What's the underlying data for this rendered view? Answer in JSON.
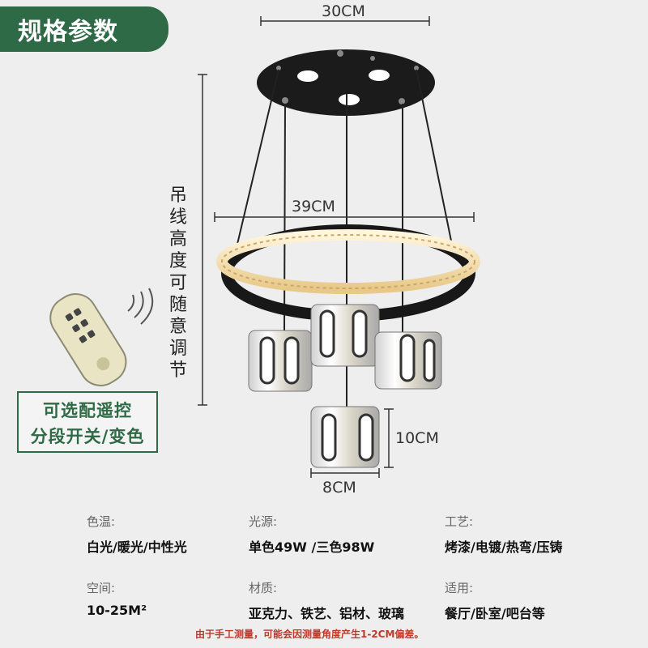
{
  "header": {
    "title": "规格参数"
  },
  "dimensions": {
    "top_width": "30CM",
    "ring_width": "39CM",
    "shade_height": "10CM",
    "shade_width": "8CM",
    "hanging_note": "吊线高度可随意调节"
  },
  "promo": {
    "line1": "可选配遥控",
    "line2": "分段开关/变色"
  },
  "specs": [
    {
      "label": "色温:",
      "value": "白光/暖光/中性光"
    },
    {
      "label": "光源:",
      "value": "单色49W /三色98W"
    },
    {
      "label": "工艺:",
      "value": "烤漆/电镀/热弯/压铸"
    },
    {
      "label": "空间:",
      "value": "10-25M²"
    },
    {
      "label": "材质:",
      "value": "亚克力、铁艺、铝材、玻璃"
    },
    {
      "label": "适用:",
      "value": "餐厅/卧室/吧台等"
    }
  ],
  "footer_note": "由于手工测量，可能会因测量角度产生1-2CM偏差。",
  "colors": {
    "brand_green": "#2e6a45",
    "note_red": "#c0392b"
  }
}
